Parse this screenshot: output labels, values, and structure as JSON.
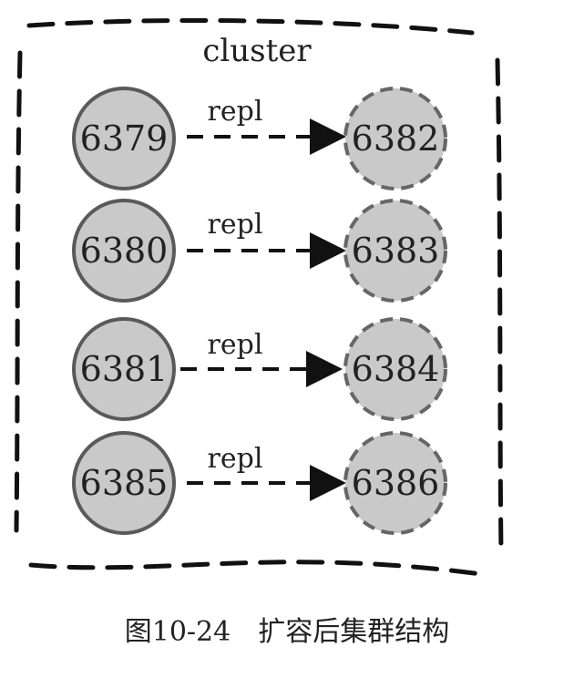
{
  "diagram": {
    "cluster_label": "cluster",
    "colors": {
      "node_fill": "#c9c9c9",
      "master_stroke": "#5a5a5a",
      "replica_stroke": "#666666",
      "line": "#111111"
    },
    "rows": [
      {
        "master": "6379",
        "replica": "6382",
        "edge_label": "repl"
      },
      {
        "master": "6380",
        "replica": "6383",
        "edge_label": "repl"
      },
      {
        "master": "6381",
        "replica": "6384",
        "edge_label": "repl"
      },
      {
        "master": "6385",
        "replica": "6386",
        "edge_label": "repl"
      }
    ]
  },
  "caption": "图10-24　扩容后集群结构"
}
